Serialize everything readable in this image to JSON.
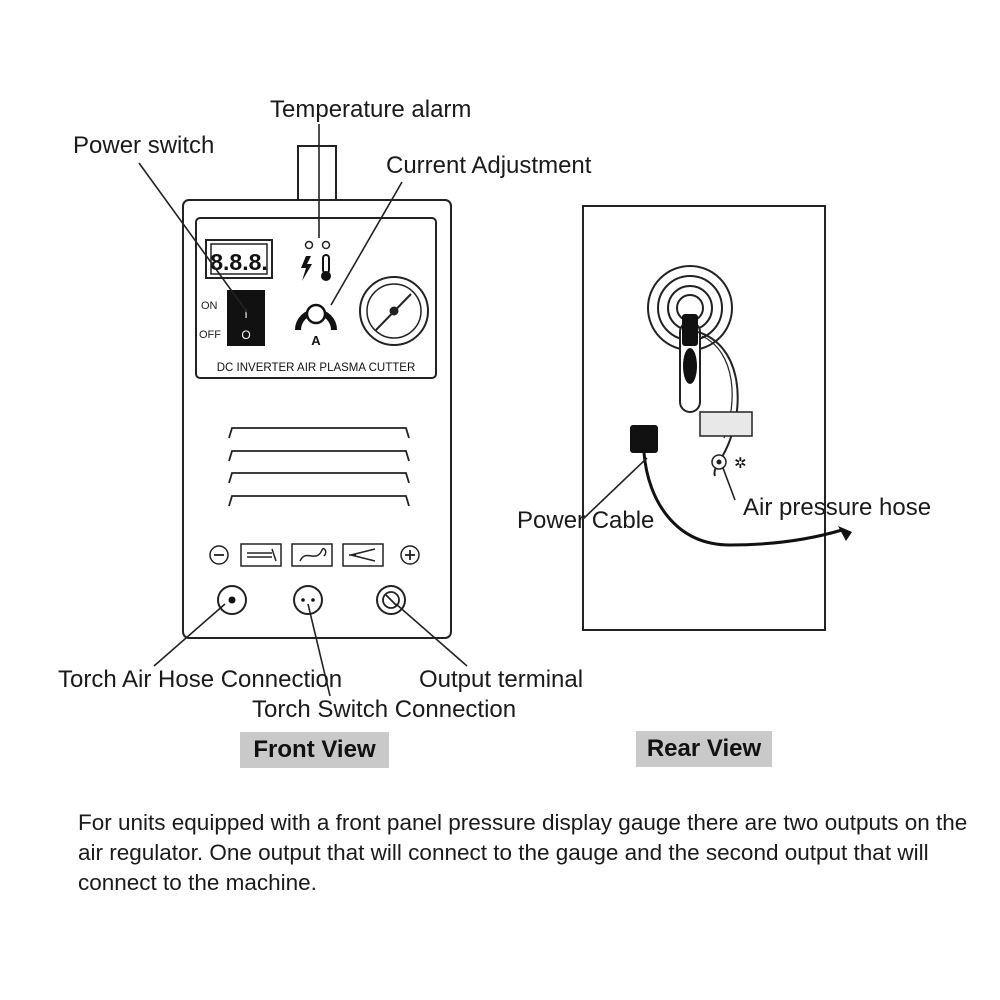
{
  "front_view": {
    "label": "Front View",
    "display_text": "8.8.8.",
    "switch_on": "ON",
    "switch_off": "OFF",
    "switch_i": "I",
    "switch_o": "O",
    "knob_label": "A",
    "panel_title": "DC INVERTER AIR PLASMA CUTTER",
    "minus_sign": "−",
    "plus_sign": "+",
    "callouts": {
      "temperature_alarm": "Temperature alarm",
      "power_switch": "Power switch",
      "current_adjustment": "Current Adjustment",
      "torch_air_hose": "Torch Air Hose Connection",
      "torch_switch": "Torch Switch Connection",
      "output_terminal": "Output terminal"
    }
  },
  "rear_view": {
    "label": "Rear View",
    "callouts": {
      "power_cable": "Power Cable",
      "air_pressure_hose": "Air pressure hose"
    }
  },
  "note": "For units equipped with a front panel pressure display gauge there are two outputs on the air regulator.  One output that will connect to the gauge and the second output that will connect to the machine."
}
